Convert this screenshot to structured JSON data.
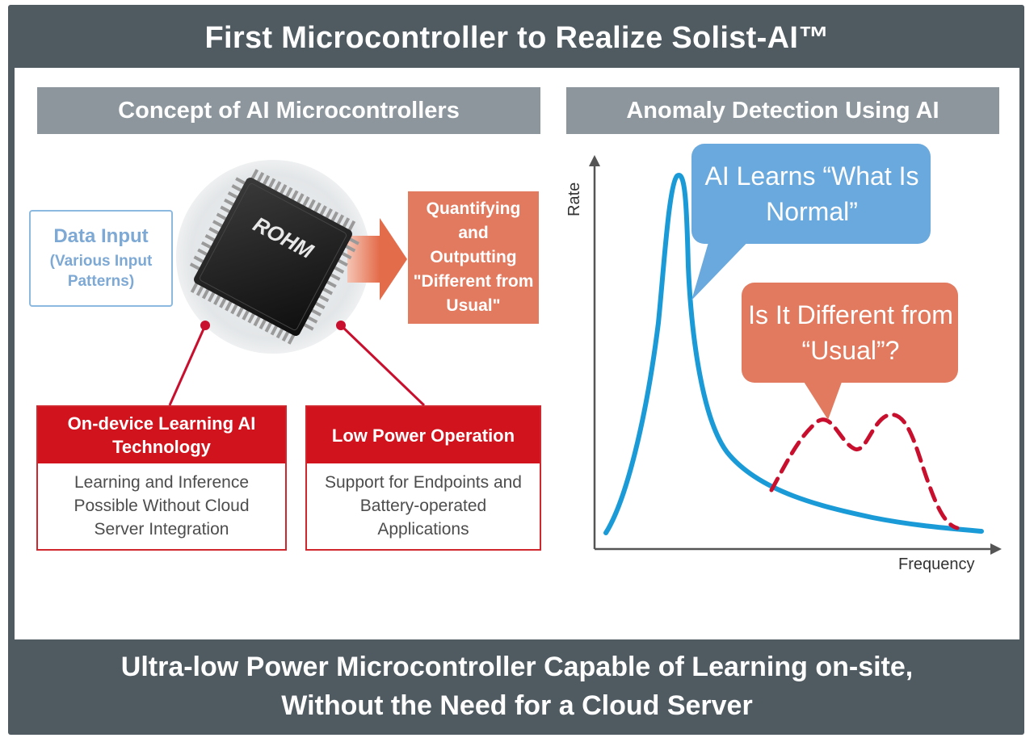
{
  "title": "First Microcontroller to Realize Solist-AI™",
  "left_panel": {
    "header": "Concept of AI Microcontrollers",
    "chip_brand": "ROHM",
    "data_input": {
      "label": "Data Input",
      "sublabel": "(Various Input Patterns)"
    },
    "output_label": "Quantifying and Outputting \"Different from Usual\"",
    "features": [
      {
        "heading": "On-device Learning AI Technology",
        "description": "Learning and Inference Possible Without Cloud Server Integration"
      },
      {
        "heading": "Low Power Operation",
        "description": "Support for Endpoints and Battery-operated Applications"
      }
    ]
  },
  "right_panel": {
    "header": "Anomaly Detection Using AI",
    "bubble_normal": "AI Learns “What Is Normal”",
    "bubble_different": "Is It Different from “Usual”?",
    "y_axis_label": "Rate",
    "x_axis_label": "Frequency"
  },
  "bottom_text": {
    "line1": "Ultra-low Power Microcontroller Capable of Learning on-site,",
    "line2": "Without the Need for a Cloud Server"
  },
  "colors": {
    "frame": "#4f5a61",
    "panel_header": "#8c969c",
    "accent_red": "#d0131d",
    "output_orange": "#e17a5f",
    "bubble_blue": "#6aa9dd",
    "curve_blue": "#1a9bd7",
    "anomaly_dashed": "#c8102e"
  },
  "icons": [
    "microcontroller-chip-icon",
    "arrow-right-icon"
  ]
}
